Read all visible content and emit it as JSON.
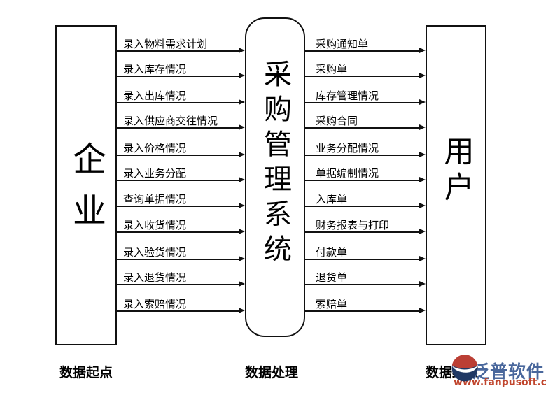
{
  "diagram": {
    "left_box": {
      "title": "企业",
      "caption": "数据起点"
    },
    "center_box": {
      "title": "采购管理系统",
      "caption": "数据处理"
    },
    "right_box": {
      "title": "用户",
      "caption": "数据终点"
    },
    "left_flows": [
      "录入物料需求计划",
      "录入库存情况",
      "录入出库情况",
      "录入供应商交往情况",
      "录入价格情况",
      "录入业务分配",
      "查询单据情况",
      "录入收货情况",
      "录入验货情况",
      "录入退货情况",
      "录入索赔情况"
    ],
    "right_flows": [
      "采购通知单",
      "采购单",
      "库存管理情况",
      "采购合同",
      "业务分配情况",
      "单据编制情况",
      "入库单",
      "财务报表与打印",
      "付款单",
      "退货单",
      "索赔单"
    ]
  },
  "watermark": {
    "brand": "泛普软件",
    "url": "www.fanpusoft.com",
    "brand_color": "#49679c",
    "url_color": "#c0452d",
    "logo_navy": "#1f3864",
    "logo_red": "#bb3f35"
  },
  "colors": {
    "line": "#111111",
    "background": "#ffffff"
  }
}
